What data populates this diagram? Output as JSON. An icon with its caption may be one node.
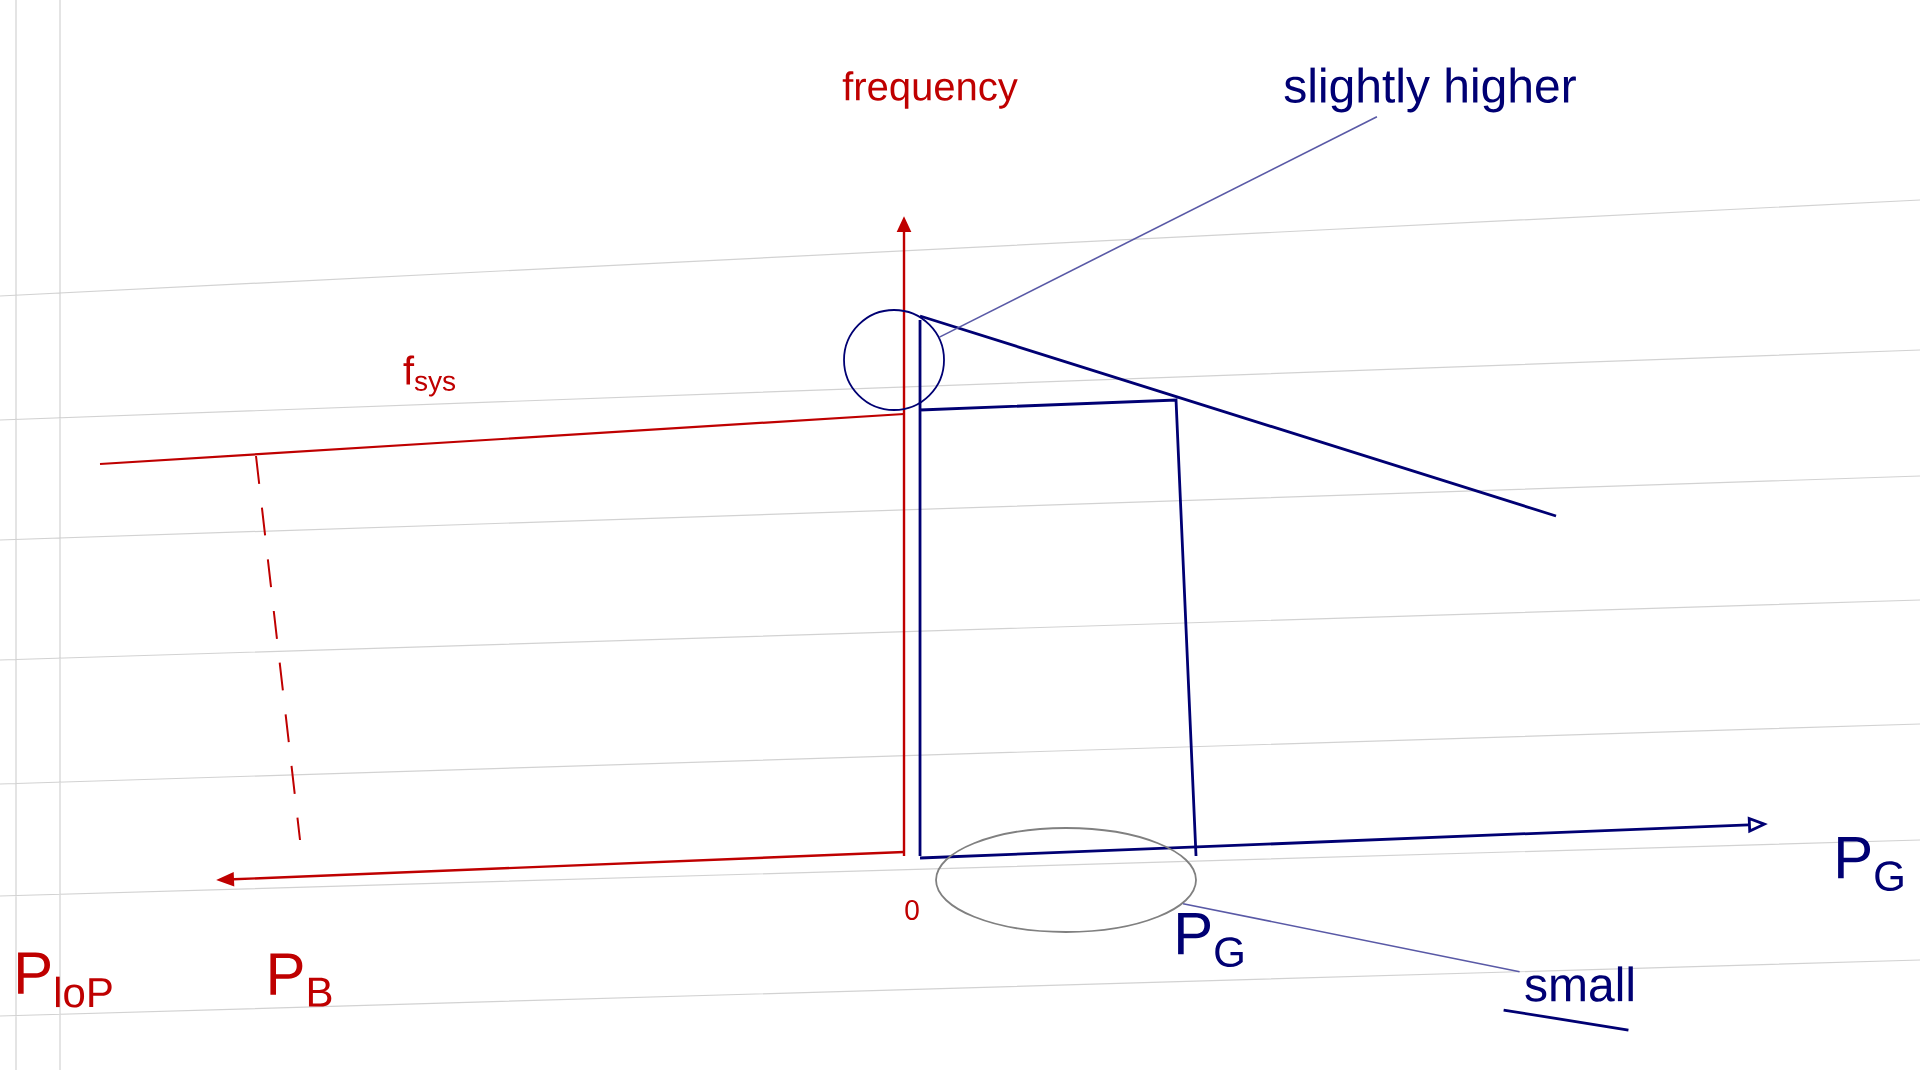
{
  "diagram": {
    "nodes": [
      {
        "text": [
          "slightly higher"
        ]
      },
      {
        "text": [],
        "shape": "circle"
      },
      {
        "text": [
          "small"
        ]
      },
      {
        "text": [],
        "shape": "ellipse"
      }
    ],
    "edges": [
      {
        "from": 0,
        "to": 1,
        "arrow": "none"
      },
      {
        "from": 2,
        "to": 3,
        "arrow": "none"
      }
    ],
    "labels": [
      "frequency",
      "f$_{sys}$",
      "P$_{G}$",
      "0",
      "P$_{G}$",
      "P$_{loP}$",
      "P$_{B}$"
    ]
  }
}
